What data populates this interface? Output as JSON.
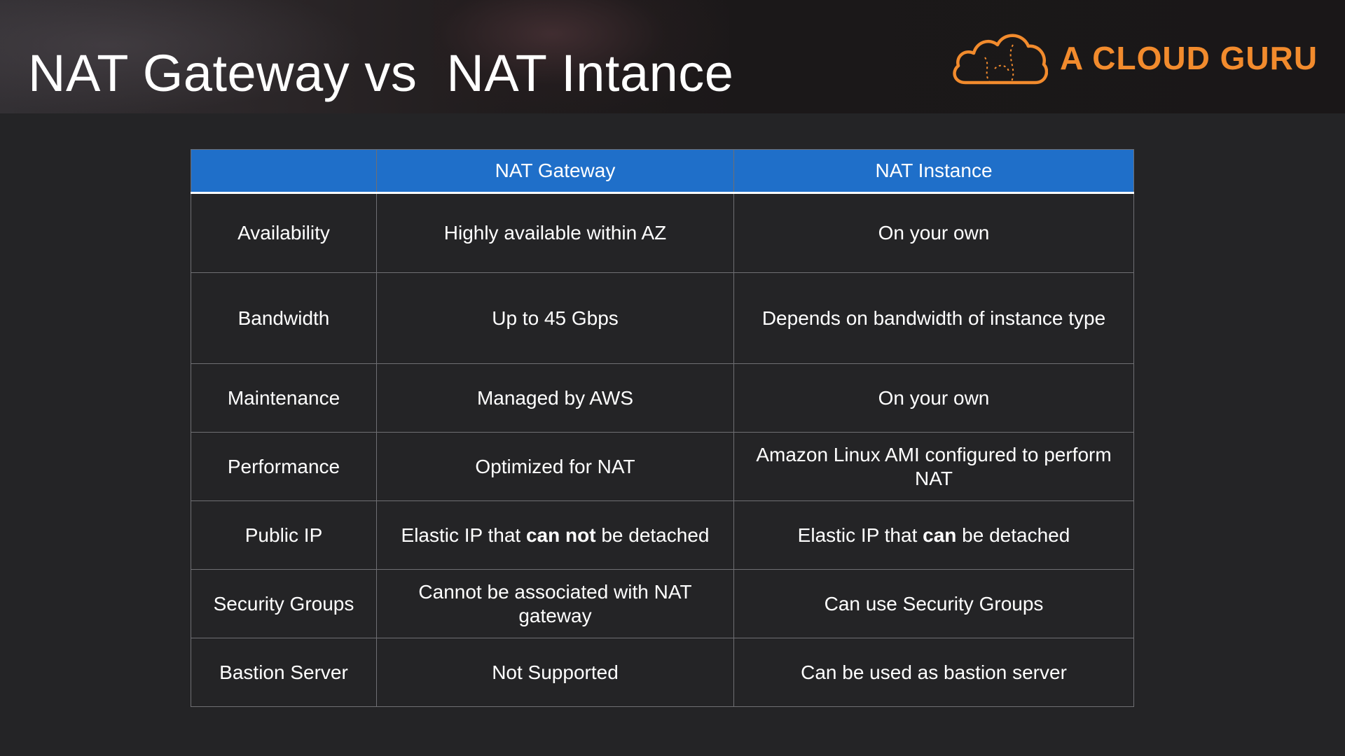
{
  "slide": {
    "title": "NAT Gateway vs  NAT Intance",
    "logo_text": "A CLOUD GURU",
    "colors": {
      "background": "#242426",
      "header_row": "#1f6fc9",
      "logo_orange": "#f28b2d",
      "text": "#ffffff"
    }
  },
  "table": {
    "headers": [
      "",
      "NAT Gateway",
      "NAT Instance"
    ],
    "rows": [
      {
        "label": "Availability",
        "gateway": "Highly available within AZ",
        "instance": "On your own"
      },
      {
        "label": "Bandwidth",
        "gateway": "Up to 45 Gbps",
        "instance": "Depends on bandwidth of instance type"
      },
      {
        "label": "Maintenance",
        "gateway": "Managed by AWS",
        "instance": "On your own"
      },
      {
        "label": "Performance",
        "gateway": "Optimized for NAT",
        "instance": "Amazon Linux AMI configured to perform NAT"
      },
      {
        "label": "Public IP",
        "gateway": {
          "before": "Elastic IP that ",
          "bold": "can not",
          "after": " be detached"
        },
        "instance": {
          "before": "Elastic IP that ",
          "bold": "can",
          "after": " be detached"
        }
      },
      {
        "label": "Security Groups",
        "gateway": "Cannot be associated with NAT gateway",
        "instance": "Can use Security Groups"
      },
      {
        "label": "Bastion Server",
        "gateway": "Not Supported",
        "instance": "Can be used as bastion server"
      }
    ]
  }
}
